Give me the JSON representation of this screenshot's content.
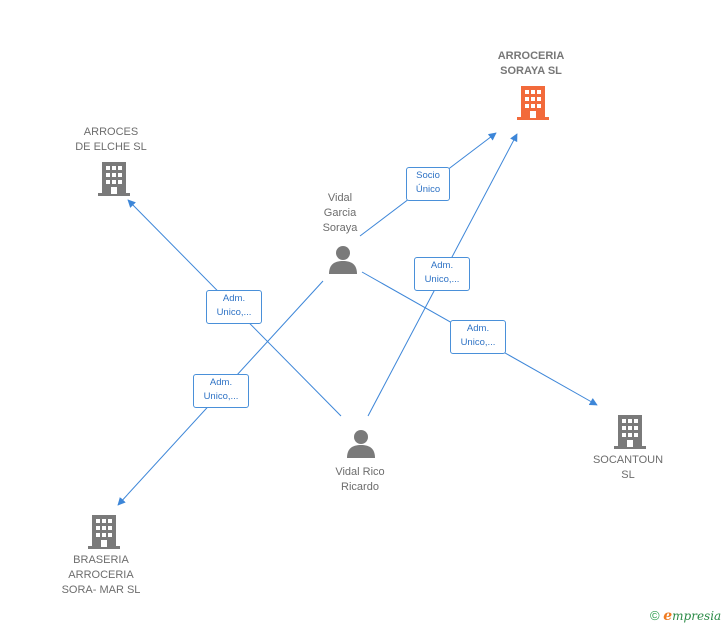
{
  "nodes": {
    "arroceria_soraya": {
      "label": "ARROCERIA\nSORAYA  SL"
    },
    "arroces_elche": {
      "label": "ARROCES\nDE ELCHE SL"
    },
    "braseria": {
      "label": "BRASERIA\nARROCERIA\nSORA- MAR  SL"
    },
    "socantoun": {
      "label": "SOCANTOUN\nSL"
    },
    "vidal_garcia": {
      "label": "Vidal\nGarcia\nSoraya"
    },
    "vidal_rico": {
      "label": "Vidal Rico\nRicardo"
    }
  },
  "edges": {
    "socio_unico": "Socio\nÚnico",
    "adm_rico_soraya": "Adm.\nUnico,...",
    "adm_rico_elche": "Adm.\nUnico,...",
    "adm_garcia_braseria": "Adm.\nUnico,...",
    "adm_garcia_socantoun": "Adm.\nUnico,..."
  },
  "colors": {
    "edge": "#3d86d8",
    "company": "#7a7a7a",
    "highlight": "#f26a3b",
    "person": "#7a7a7a"
  },
  "footer": {
    "copyright": "©",
    "brand_e": "e",
    "brand_rest": "mpresia"
  }
}
